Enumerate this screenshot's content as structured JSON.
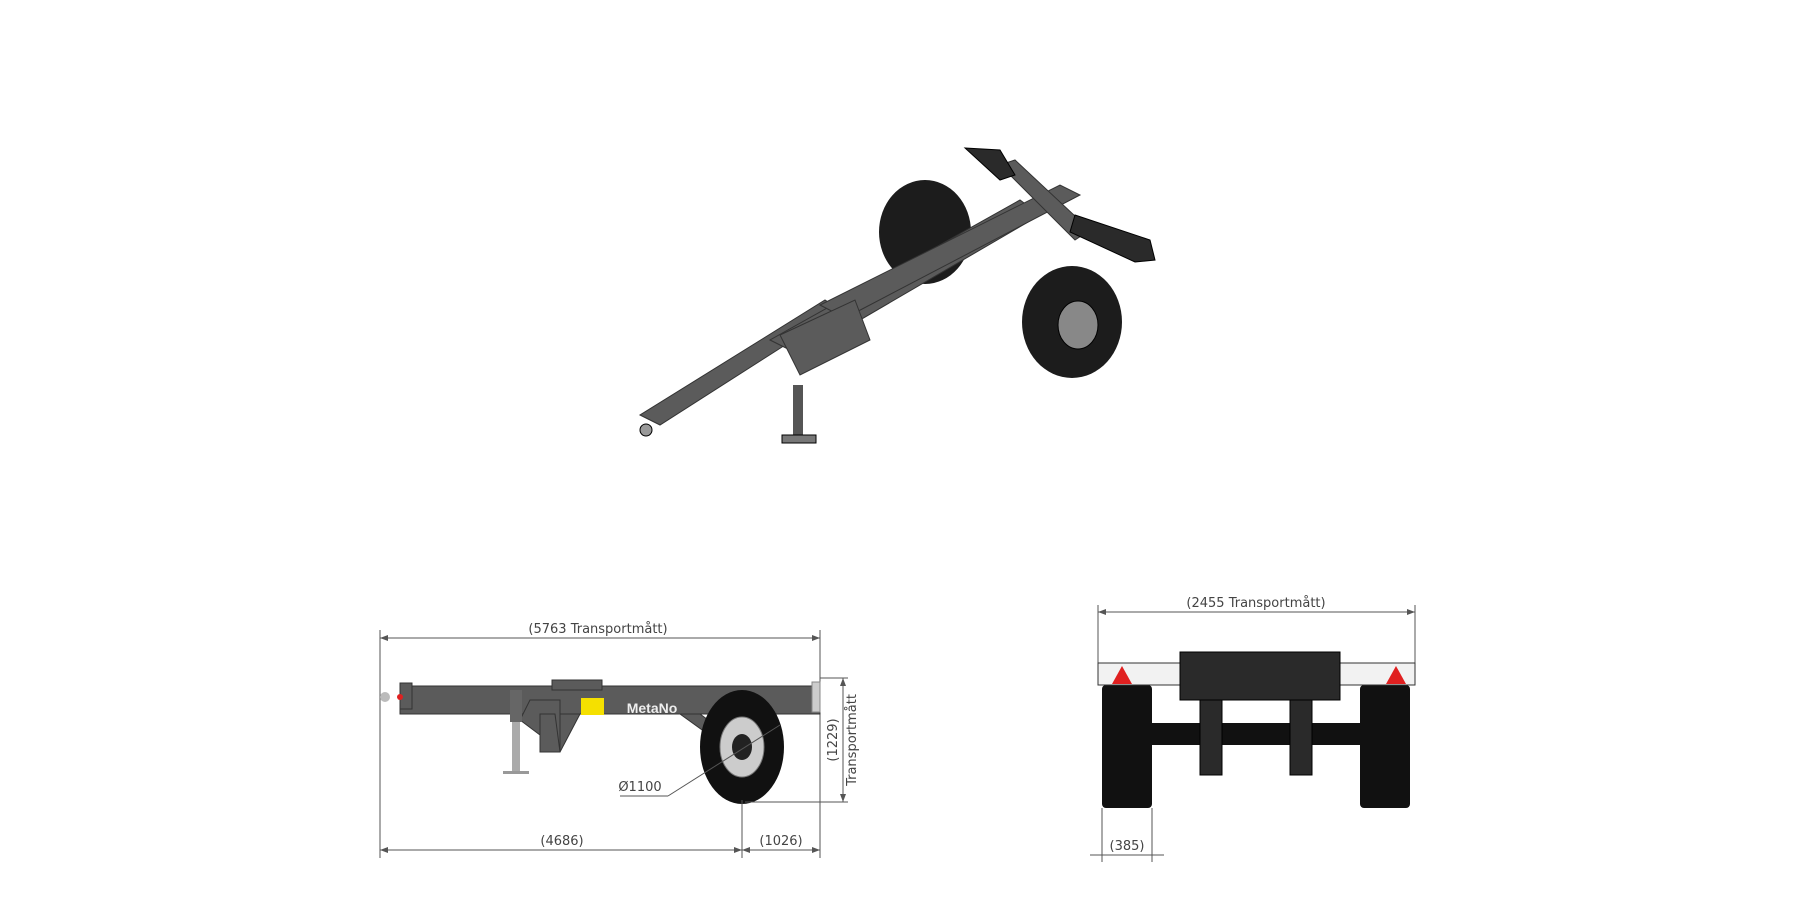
{
  "drawing": {
    "side_view": {
      "overall_length": "(5763 Transportmått)",
      "axle_to_front": "(4686)",
      "axle_to_rear": "(1026)",
      "height_value": "(1229)",
      "height_label": "Transportmått",
      "wheel_diameter": "Ø1100",
      "brand_label": "MetaNo"
    },
    "rear_view": {
      "overall_width": "(2455 Transportmått)",
      "tire_width": "(385)"
    },
    "colors": {
      "frame": "#5b5b5b",
      "tire": "#111111",
      "light": "#e02020",
      "logo": "#f5e000"
    }
  }
}
